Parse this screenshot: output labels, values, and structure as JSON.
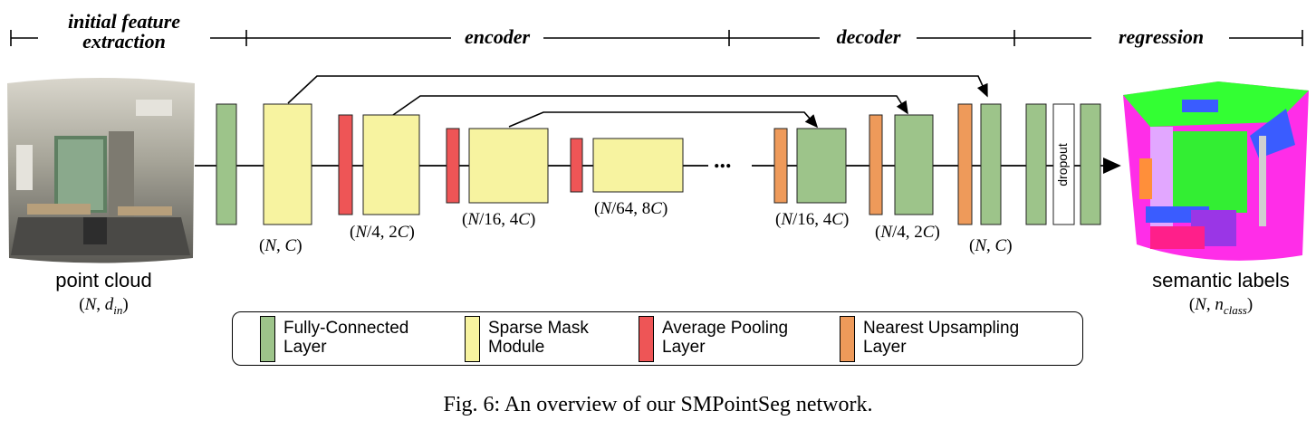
{
  "stages": {
    "initial": "initial feature\nextraction",
    "encoder": "encoder",
    "decoder": "decoder",
    "regression": "regression"
  },
  "input": {
    "title": "point cloud",
    "shape_prefix": "(N, d",
    "shape_sub": "in",
    "shape_suffix": ")"
  },
  "output": {
    "title": "semantic labels",
    "shape_prefix": "(N, n",
    "shape_sub": "class",
    "shape_suffix": ")"
  },
  "dims": {
    "d1": {
      "a": "N",
      "b": ", ",
      "c": "C"
    },
    "d2": {
      "a": "N",
      "b": "/4, 2",
      "c": "C"
    },
    "d3": {
      "a": "N",
      "b": "/16, 4",
      "c": "C"
    },
    "d4": {
      "a": "N",
      "b": "/64, 8",
      "c": "C"
    },
    "d5": {
      "a": "N",
      "b": "/16, 4",
      "c": "C"
    },
    "d6": {
      "a": "N",
      "b": "/4, 2",
      "c": "C"
    },
    "d7": {
      "a": "N",
      "b": ", ",
      "c": "C"
    }
  },
  "ellipsis": "...",
  "dropout_label": "dropout",
  "legend": [
    {
      "line1": "Fully-Connected",
      "line2": "Layer",
      "color": "#9dc48a"
    },
    {
      "line1": "Sparse Mask",
      "line2": "Module",
      "color": "#f7f3a0"
    },
    {
      "line1": "Average Pooling",
      "line2": "Layer",
      "color": "#ee5556"
    },
    {
      "line1": "Nearest Upsampling",
      "line2": "Layer",
      "color": "#ee9a5a"
    }
  ],
  "colors": {
    "fc": "#9dc48a",
    "smm": "#f7f3a0",
    "pool": "#ee5556",
    "up": "#ee9a5a"
  },
  "caption": "Fig. 6: An overview of our SMPointSeg network."
}
